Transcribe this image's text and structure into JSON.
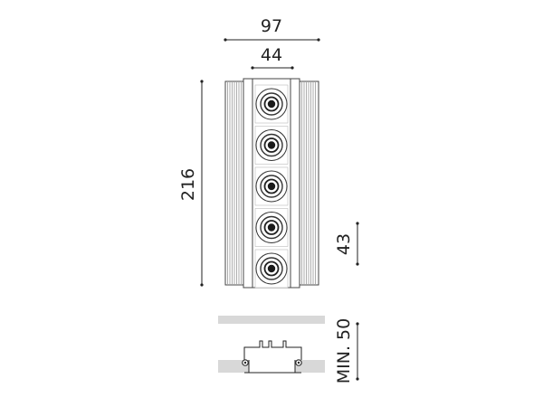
{
  "drawing": {
    "dimensions": {
      "overall_width": "97",
      "module_width": "44",
      "overall_height": "216",
      "module_pitch": "43",
      "min_depth": "MIN. 50"
    },
    "lamp_count": 5,
    "colors": {
      "line": "#222222",
      "outline": "#444444",
      "fins": "#8a8a8a",
      "ceiling": "#d8d8d8",
      "background": "#ffffff"
    }
  }
}
